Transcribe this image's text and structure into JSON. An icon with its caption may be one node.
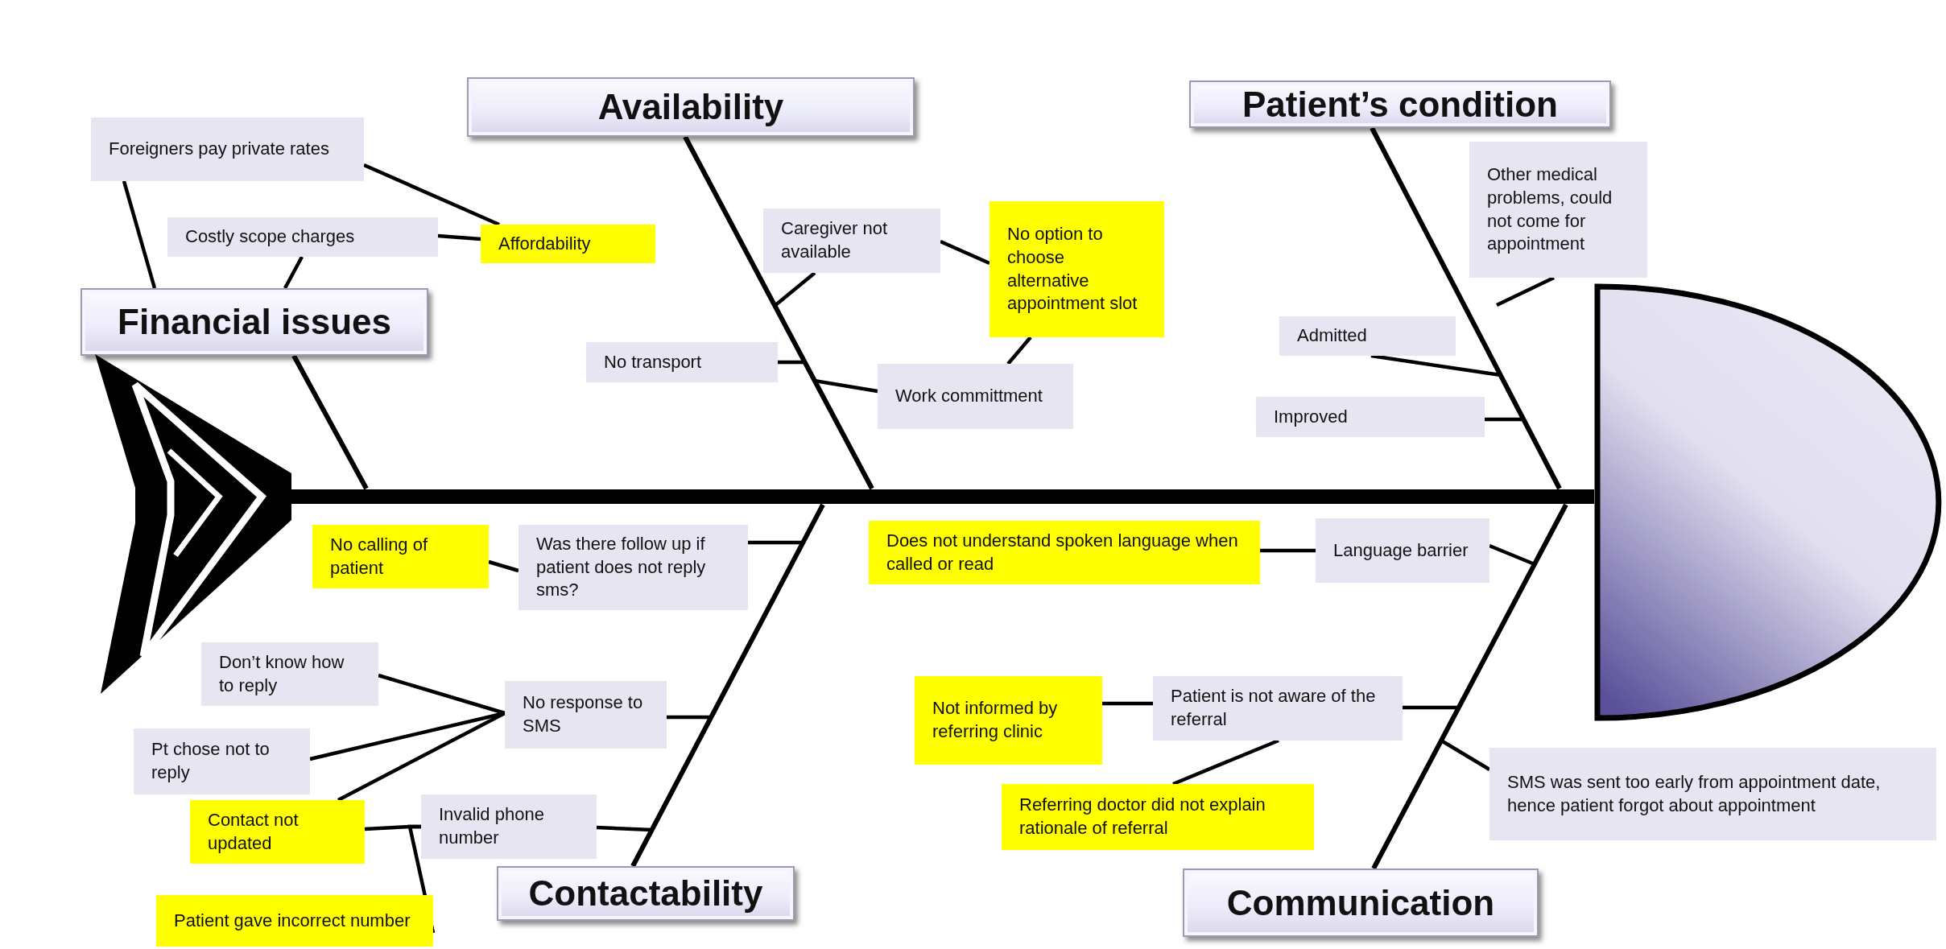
{
  "diagram": {
    "nodes": [
      {
        "text": [
          "Financial issues"
        ]
      },
      {
        "text": [
          "Availability"
        ]
      },
      {
        "text": [
          "Patient’s condition"
        ]
      },
      {
        "text": [
          "Contactability"
        ]
      },
      {
        "text": [
          "Communication"
        ]
      },
      {
        "text": [
          "Foreigners pay private rates"
        ]
      },
      {
        "text": [
          "Costly scope charges"
        ]
      },
      {
        "text": [
          "Affordability"
        ]
      },
      {
        "text": [
          "Caregiver not available"
        ]
      },
      {
        "text": [
          "No option to choose alternative appointment slot"
        ]
      },
      {
        "text": [
          "No transport"
        ]
      },
      {
        "text": [
          "Work committment"
        ]
      },
      {
        "text": [
          "Other medical problems, could not come for appointment"
        ]
      },
      {
        "text": [
          "Admitted"
        ]
      },
      {
        "text": [
          "Improved"
        ]
      },
      {
        "text": [
          "No calling of patient"
        ]
      },
      {
        "text": [
          "Was there follow up if patient does not reply sms?"
        ]
      },
      {
        "text": [
          "Don’t know how to reply"
        ]
      },
      {
        "text": [
          "No response to SMS"
        ]
      },
      {
        "text": [
          "Pt chose not to reply"
        ]
      },
      {
        "text": [
          "Contact not updated"
        ]
      },
      {
        "text": [
          "Invalid phone number"
        ]
      },
      {
        "text": [
          "Patient gave incorrect number"
        ]
      },
      {
        "text": [
          "Does not understand spoken language when called or read"
        ]
      },
      {
        "text": [
          "Language barrier"
        ]
      },
      {
        "text": [
          "Not informed by referring clinic"
        ]
      },
      {
        "text": [
          "Patient is not aware of the referral"
        ]
      },
      {
        "text": [
          "Referring doctor did not explain rationale of referral"
        ]
      },
      {
        "text": [
          "SMS was sent too early from appointment date, hence patient forgot about appointment"
        ]
      },
      {
        "text": [],
        "shape": "chevron"
      },
      {
        "text": [],
        "shape": "semicircle"
      }
    ],
    "edges": [
      {
        "from": 0,
        "to": null,
        "arrow": "none"
      },
      {
        "from": 1,
        "to": null,
        "arrow": "none"
      },
      {
        "from": 2,
        "to": null,
        "arrow": "none"
      },
      {
        "from": 3,
        "to": null,
        "arrow": "none"
      },
      {
        "from": 4,
        "to": null,
        "arrow": "none"
      },
      {
        "from": 5,
        "to": 0,
        "arrow": "none"
      },
      {
        "from": 6,
        "to": 0,
        "arrow": "none"
      },
      {
        "from": 5,
        "to": 7,
        "arrow": "none"
      },
      {
        "from": 6,
        "to": 7,
        "arrow": "none"
      },
      {
        "from": 8,
        "to": null,
        "arrow": "none"
      },
      {
        "from": 8,
        "to": 9,
        "arrow": "none"
      },
      {
        "from": 9,
        "to": 11,
        "arrow": "none"
      },
      {
        "from": 10,
        "to": null,
        "arrow": "none"
      },
      {
        "from": 11,
        "to": null,
        "arrow": "none"
      },
      {
        "from": 12,
        "to": null,
        "arrow": "none"
      },
      {
        "from": 13,
        "to": null,
        "arrow": "none"
      },
      {
        "from": 14,
        "to": null,
        "arrow": "none"
      },
      {
        "from": 15,
        "to": 16,
        "arrow": "none"
      },
      {
        "from": 16,
        "to": null,
        "arrow": "none"
      },
      {
        "from": 17,
        "to": 18,
        "arrow": "none"
      },
      {
        "from": 19,
        "to": 18,
        "arrow": "none"
      },
      {
        "from": 20,
        "to": 18,
        "arrow": "none"
      },
      {
        "from": 18,
        "to": null,
        "arrow": "none"
      },
      {
        "from": 20,
        "to": 21,
        "arrow": "none"
      },
      {
        "from": 22,
        "to": 21,
        "arrow": "none"
      },
      {
        "from": 21,
        "to": null,
        "arrow": "none"
      },
      {
        "from": 24,
        "to": null,
        "arrow": "none"
      },
      {
        "from": 23,
        "to": 24,
        "arrow": "none"
      },
      {
        "from": 26,
        "to": null,
        "arrow": "none"
      },
      {
        "from": 25,
        "to": 26,
        "arrow": "none"
      },
      {
        "from": 27,
        "to": 26,
        "arrow": "none"
      },
      {
        "from": 28,
        "to": null,
        "arrow": "none"
      },
      {
        "from": 29,
        "to": 30,
        "arrow": "none",
        "style": "thick"
      }
    ]
  }
}
